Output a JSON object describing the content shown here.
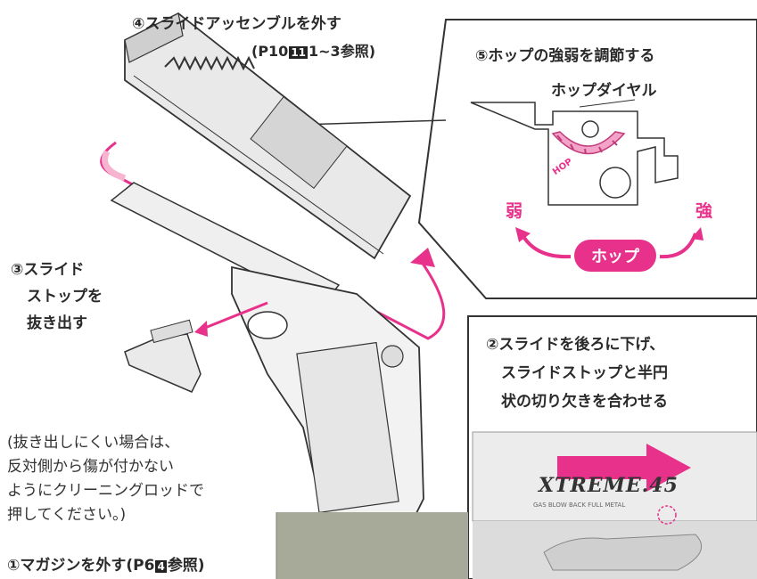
{
  "step4": {
    "text": "④スライドアッセンブルを外す",
    "ref_pre": "(P10",
    "ref_num": "11",
    "ref_post": "1~3参照)"
  },
  "step5": {
    "text": "⑤ホップの強弱を調節する",
    "dial_label": "ホップダイヤル",
    "hop_mark": "HOP",
    "weak": "弱",
    "strong": "強",
    "pill": "ホップ"
  },
  "step3": {
    "line1": "③スライド",
    "line2": "ストップを",
    "line3": "抜き出す"
  },
  "step2": {
    "line1": "②スライドを後ろに下げ、",
    "line2": "スライドストップと半円",
    "line3": "状の切り欠きを合わせる",
    "brand": "XTREME.45",
    "brand_sub": "GAS BLOW BACK FULL METAL"
  },
  "note": {
    "line1": "(抜き出しにくい場合は、",
    "line2": "反対側から傷が付かない",
    "line3": "ようにクリーニングロッドで",
    "line4": "押してください。)"
  },
  "step1": {
    "text": "①マガジンを外す(P6",
    "ref_num": "4",
    "ref_post": "参照)"
  },
  "colors": {
    "accent": "#e8318a",
    "line": "#333333",
    "panel": "#f2f2f2"
  }
}
